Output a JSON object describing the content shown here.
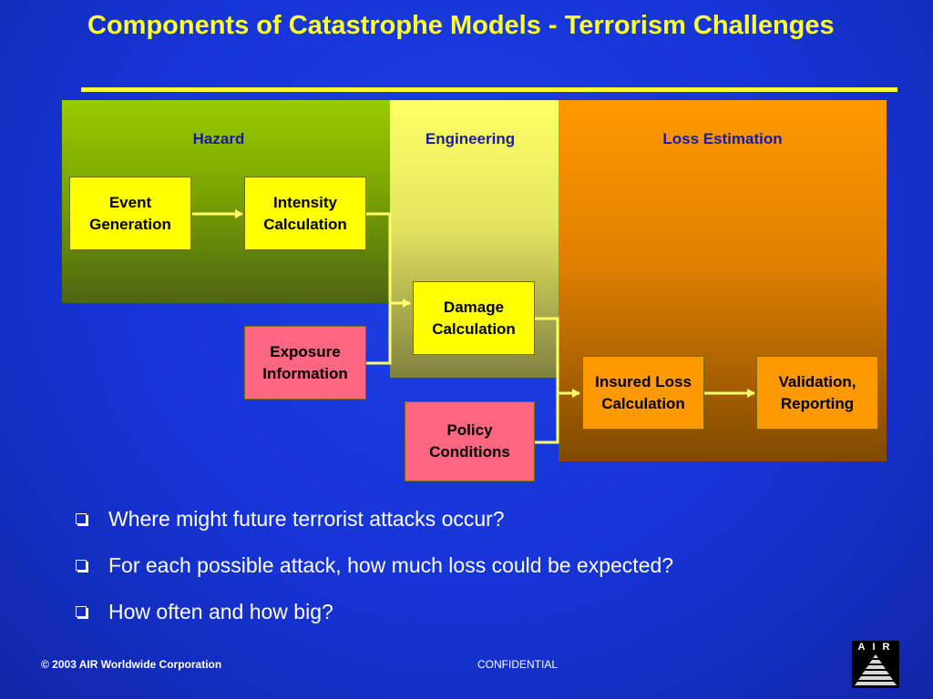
{
  "slide": {
    "title": "Components of Catastrophe Models -  Terrorism Challenges"
  },
  "panels": {
    "hazard": {
      "label": "Hazard",
      "color": "#99cc00"
    },
    "engineering": {
      "label": "Engineering",
      "color": "#ffff66"
    },
    "loss_estimation": {
      "label": "Loss Estimation",
      "color": "#ff9900"
    }
  },
  "boxes": {
    "event_generation": "Event Generation",
    "intensity_calculation": "Intensity Calculation",
    "exposure_information": "Exposure Information",
    "damage_calculation": "Damage Calculation",
    "policy_conditions": "Policy Conditions",
    "insured_loss_calculation": "Insured Loss Calculation",
    "validation_reporting": "Validation, Reporting"
  },
  "bullets": [
    "Where might future terrorist attacks occur?",
    "For each possible attack, how much loss could be expected?",
    "How often and how big?"
  ],
  "footer": {
    "copyright": "© 2003 AIR Worldwide Corporation",
    "confidential": "CONFIDENTIAL",
    "logo_text": "AIR"
  },
  "colors": {
    "background": "#1634d6",
    "title": "#ffff33",
    "box_yellow": "#ffff00",
    "box_orange": "#ff9900",
    "box_pink": "#ff6680",
    "connector": "#ffff66"
  }
}
